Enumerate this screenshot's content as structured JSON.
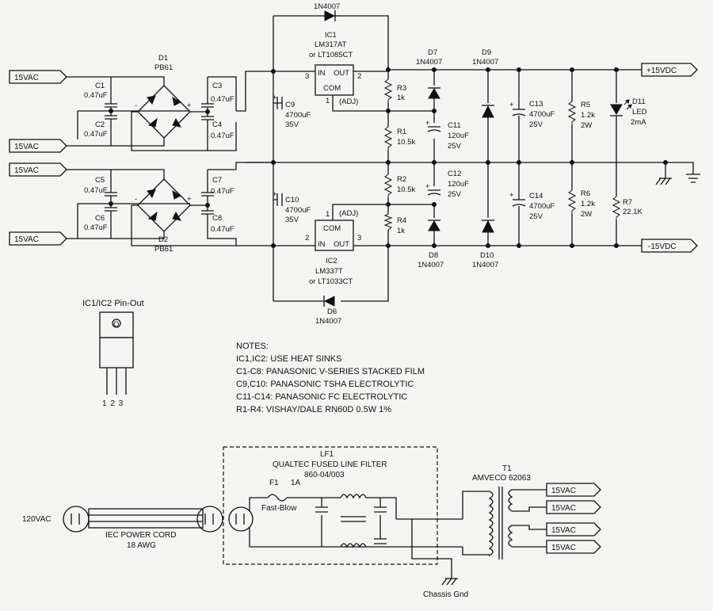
{
  "inputs": {
    "ac1": "15VAC",
    "ac2": "15VAC",
    "ac3": "15VAC",
    "ac4": "15VAC"
  },
  "outputs": {
    "pos": "+15VDC",
    "neg": "-15VDC"
  },
  "components": {
    "d1": {
      "ref": "D1",
      "value": "PB61"
    },
    "d2": {
      "ref": "D2",
      "value": "PB61"
    },
    "c1": {
      "ref": "C1",
      "value": "0.47uF"
    },
    "c2": {
      "ref": "C2",
      "value": "0.47uF"
    },
    "c3": {
      "ref": "C3",
      "value": "0.47uF"
    },
    "c4": {
      "ref": "C4",
      "value": "0.47uF"
    },
    "c5": {
      "ref": "C5",
      "value": "0.47uF"
    },
    "c6": {
      "ref": "C6",
      "value": "0.47uF"
    },
    "c7": {
      "ref": "C7",
      "value": "0.47uF"
    },
    "c8": {
      "ref": "C8",
      "value": "0.47uF"
    },
    "c9": {
      "ref": "C9",
      "value": "4700uF",
      "rating": "35V"
    },
    "c10": {
      "ref": "C10",
      "value": "4700uF",
      "rating": "35V"
    },
    "c11": {
      "ref": "C11",
      "value": "120uF",
      "rating": "25V"
    },
    "c12": {
      "ref": "C12",
      "value": "120uF",
      "rating": "25V"
    },
    "c13": {
      "ref": "C13",
      "value": "4700uF",
      "rating": "25V"
    },
    "c14": {
      "ref": "C14",
      "value": "4700uF",
      "rating": "25V"
    },
    "d5": {
      "value": "1N4007"
    },
    "d6": {
      "ref": "D6",
      "value": "1N4007"
    },
    "d7": {
      "ref": "D7",
      "value": "1N4007"
    },
    "d8": {
      "ref": "D8",
      "value": "1N4007"
    },
    "d9": {
      "ref": "D9",
      "value": "1N4007"
    },
    "d10": {
      "ref": "D10",
      "value": "1N4007"
    },
    "d11": {
      "ref": "D11",
      "value": "LED",
      "rating": "2mA"
    },
    "r1": {
      "ref": "R1",
      "value": "10.5k"
    },
    "r2": {
      "ref": "R2",
      "value": "10.5k"
    },
    "r3": {
      "ref": "R3",
      "value": "1k"
    },
    "r4": {
      "ref": "R4",
      "value": "1k"
    },
    "r5": {
      "ref": "R5",
      "value": "1.2k",
      "rating": "2W"
    },
    "r6": {
      "ref": "R6",
      "value": "1.2k",
      "rating": "2W"
    },
    "r7": {
      "ref": "R7",
      "value": "22.1K"
    },
    "ic1": {
      "ref": "IC1",
      "part": "LM317AT",
      "alt": "or LT1085CT",
      "in": "IN",
      "out": "OUT",
      "com": "COM",
      "adj": "(ADJ)",
      "pin_in": "3",
      "pin_out": "2",
      "pin_adj": "1"
    },
    "ic2": {
      "ref": "IC2",
      "part": "LM337T",
      "alt": "or LT1033CT",
      "in": "IN",
      "out": "OUT",
      "com": "COM",
      "adj": "(ADJ)",
      "pin_in": "2",
      "pin_out": "3",
      "pin_adj": "1"
    }
  },
  "pinout": {
    "title": "IC1/IC2 Pin-Out",
    "tab": "O",
    "pins": "1 2 3"
  },
  "notes": {
    "title": "NOTES:",
    "lines": [
      "IC1,IC2: USE HEAT SINKS",
      "C1-C8: PANASONIC V-SERIES STACKED FILM",
      "C9,C10: PANASONIC TSHA ELECTROLYTIC",
      "C11-C14: PANASONIC FC ELECTROLYTIC",
      "R1-R4: VISHAY/DALE RN60D 0.5W 1%"
    ]
  },
  "mains": {
    "voltage": "120VAC",
    "cord": "IEC POWER CORD",
    "gauge": "18 AWG",
    "filter_ref": "LF1",
    "filter_name": "QUALTEC FUSED LINE FILTER",
    "filter_part": "860-04/003",
    "fuse": "F1",
    "fuse_rating": "1A",
    "fuse_type": "Fast-Blow",
    "transformer_ref": "T1",
    "transformer_part": "AMVECO 62063",
    "sec1": "15VAC",
    "sec2": "15VAC",
    "sec3": "15VAC",
    "sec4": "15VAC",
    "chassis": "Chassis Gnd"
  }
}
